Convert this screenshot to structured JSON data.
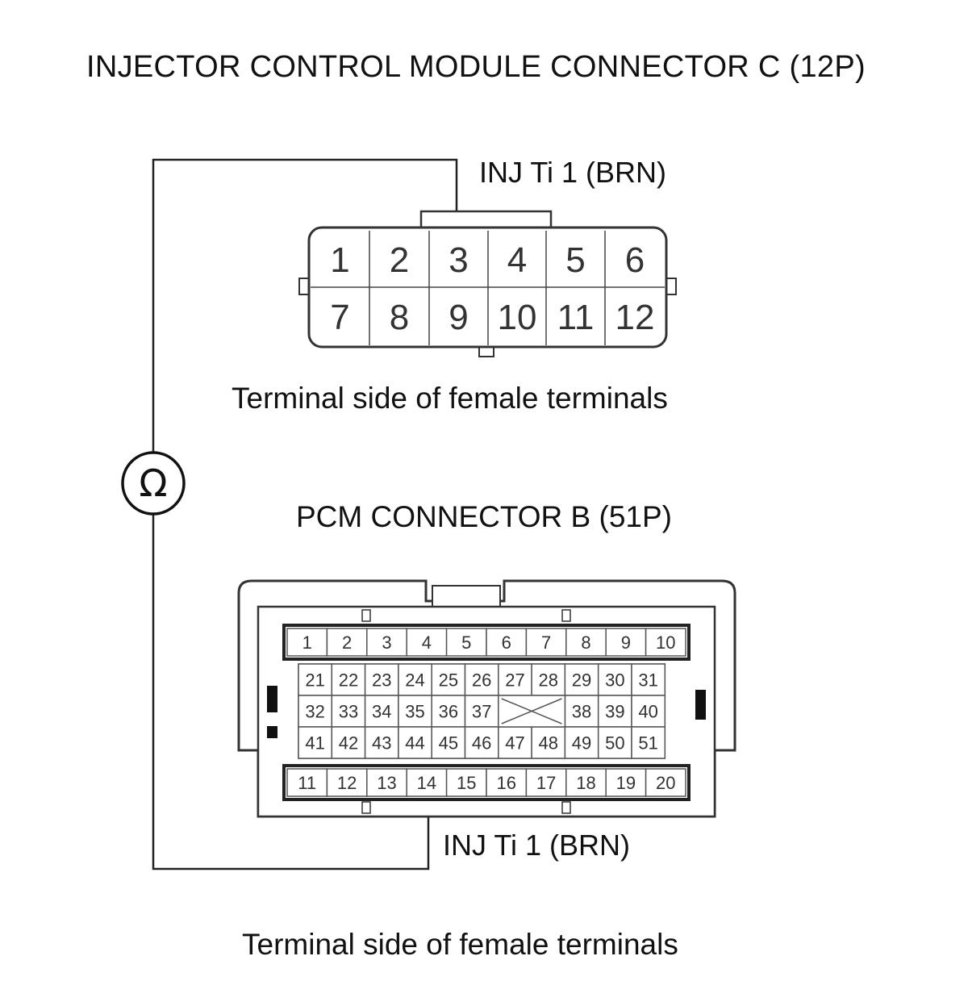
{
  "connector_c": {
    "title": "INJECTOR CONTROL MODULE CONNECTOR C (12P)",
    "caption": "Terminal side of female terminals",
    "rows": [
      [
        "1",
        "2",
        "3",
        "4",
        "5",
        "6"
      ],
      [
        "7",
        "8",
        "9",
        "10",
        "11",
        "12"
      ]
    ],
    "probe_label": "INJ Ti 1 (BRN)",
    "probe_terminal": "3"
  },
  "connector_b": {
    "title": "PCM CONNECTOR B (51P)",
    "caption": "Terminal side of female terminals",
    "top_row": [
      "1",
      "2",
      "3",
      "4",
      "5",
      "6",
      "7",
      "8",
      "9",
      "10"
    ],
    "mid_rows": [
      [
        "21",
        "22",
        "23",
        "24",
        "25",
        "26",
        "27",
        "28",
        "29",
        "30",
        "31"
      ],
      [
        "32",
        "33",
        "34",
        "35",
        "36",
        "37",
        "",
        "",
        "38",
        "39",
        "40"
      ],
      [
        "41",
        "42",
        "43",
        "44",
        "45",
        "46",
        "47",
        "48",
        "49",
        "50",
        "51"
      ]
    ],
    "bottom_row": [
      "11",
      "12",
      "13",
      "14",
      "15",
      "16",
      "17",
      "18",
      "19",
      "20"
    ],
    "probe_label": "INJ Ti 1 (BRN)",
    "probe_terminal": "14"
  },
  "meter": {
    "symbol": "Ω",
    "icon": "ohmmeter-icon"
  }
}
